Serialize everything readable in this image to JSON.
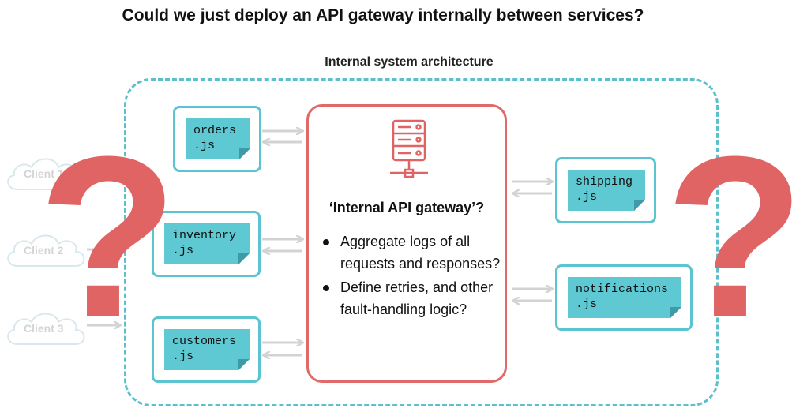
{
  "page_title": "Could we just deploy an API gateway internally between services?",
  "system_label": "Internal system architecture",
  "clients": [
    {
      "label": "Client 1"
    },
    {
      "label": "Client 2"
    },
    {
      "label": "Client 3"
    }
  ],
  "services_left": [
    {
      "line1": "orders",
      "line2": ".js"
    },
    {
      "line1": "inventory",
      "line2": ".js"
    },
    {
      "line1": "customers",
      "line2": ".js"
    }
  ],
  "services_right": [
    {
      "line1": "shipping",
      "line2": ".js"
    },
    {
      "line1": "notifications",
      "line2": ".js"
    }
  ],
  "gateway": {
    "title": "‘Internal API gateway’?",
    "bullets": [
      "Aggregate logs of all requests and responses?",
      "Define retries, and other fault-handling logic?"
    ],
    "icon": "server-network-icon"
  },
  "question_mark": "?",
  "colors": {
    "teal": "#5bc4d0",
    "red": "#e06464",
    "arrow": "#d3d3d3",
    "client": "#d4d4d4"
  }
}
